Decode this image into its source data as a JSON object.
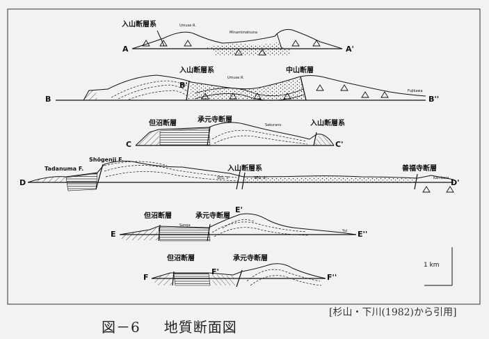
{
  "figure": {
    "number": "図－6",
    "title": "地質断面図",
    "citation": "[杉山・下川(1982)から引用]",
    "scale_label": "1 km"
  },
  "sections": {
    "A": {
      "start": "A",
      "end": "A'",
      "fault_labels": [
        "入山断層系"
      ],
      "place_labels": [
        "Umuse R.",
        "Minamimatsuna"
      ]
    },
    "B": {
      "start": "B",
      "mid": "B'",
      "end": "B''",
      "fault_labels": [
        "入山断層系",
        "中山断層"
      ],
      "place_labels": [
        "Umuse R.",
        "Fujikawa"
      ]
    },
    "C": {
      "start": "C",
      "end": "C'",
      "fault_labels": [
        "但沼断層",
        "承元寺断層",
        "入山断層系"
      ],
      "place_labels": [
        "Sakurano"
      ]
    },
    "D": {
      "start": "D",
      "end": "D'",
      "fault_labels": [
        "入山断層系",
        "善福寺断層"
      ],
      "place_labels": [
        "Tadanuma F.",
        "Shōgenji F.",
        "SEG. II",
        "SEG. III",
        "Kambara"
      ]
    },
    "E": {
      "start": "E",
      "mid": "E'",
      "end": "E''",
      "fault_labels": [
        "但沼断層",
        "承元寺断層"
      ],
      "place_labels": [
        "Sanga",
        "Yui"
      ]
    },
    "F": {
      "start": "F",
      "mid": "F'",
      "end": "F''",
      "fault_labels": [
        "但沼断層",
        "承元寺断層"
      ]
    }
  }
}
